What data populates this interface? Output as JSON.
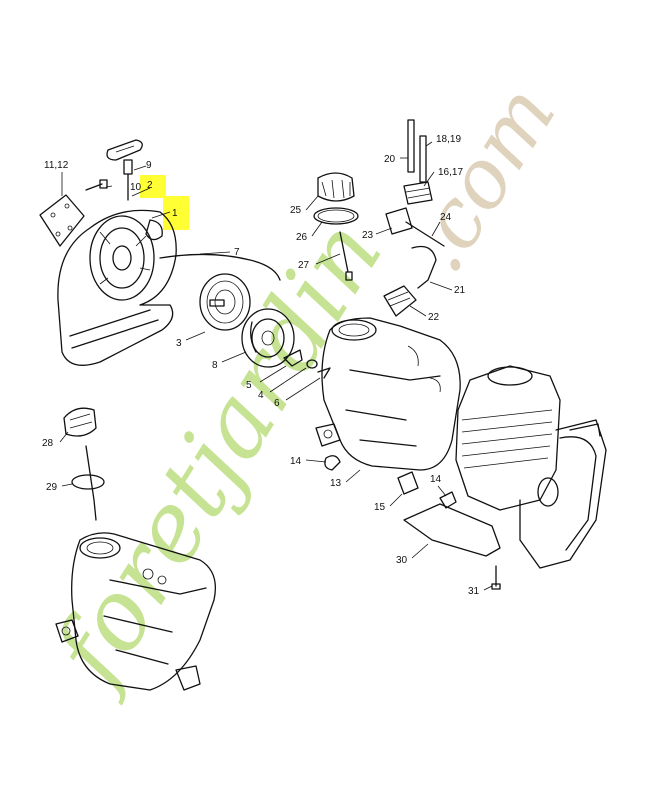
{
  "watermark": {
    "text_diag": "foretjardin",
    "text_com": ".com",
    "color_green": "#b9dd7a",
    "color_beige": "#d8c9ad"
  },
  "highlight_color": "#ffff33",
  "callouts": [
    {
      "id": "1",
      "label": "1",
      "highlighted": true
    },
    {
      "id": "2",
      "label": "2",
      "highlighted": true
    },
    {
      "id": "3",
      "label": "3"
    },
    {
      "id": "4",
      "label": "4"
    },
    {
      "id": "5",
      "label": "5"
    },
    {
      "id": "6",
      "label": "6"
    },
    {
      "id": "7",
      "label": "7"
    },
    {
      "id": "8",
      "label": "8"
    },
    {
      "id": "9",
      "label": "9"
    },
    {
      "id": "10",
      "label": "10"
    },
    {
      "id": "11_12",
      "label": "11,12"
    },
    {
      "id": "13",
      "label": "13"
    },
    {
      "id": "14a",
      "label": "14"
    },
    {
      "id": "14b",
      "label": "14"
    },
    {
      "id": "15",
      "label": "15"
    },
    {
      "id": "16_17",
      "label": "16,17"
    },
    {
      "id": "18_19",
      "label": "18,19"
    },
    {
      "id": "20",
      "label": "20"
    },
    {
      "id": "21",
      "label": "21"
    },
    {
      "id": "22",
      "label": "22"
    },
    {
      "id": "23",
      "label": "23"
    },
    {
      "id": "24",
      "label": "24"
    },
    {
      "id": "25",
      "label": "25"
    },
    {
      "id": "26",
      "label": "26"
    },
    {
      "id": "27",
      "label": "27"
    },
    {
      "id": "28",
      "label": "28"
    },
    {
      "id": "29",
      "label": "29"
    },
    {
      "id": "30",
      "label": "30"
    },
    {
      "id": "31",
      "label": "31"
    }
  ]
}
